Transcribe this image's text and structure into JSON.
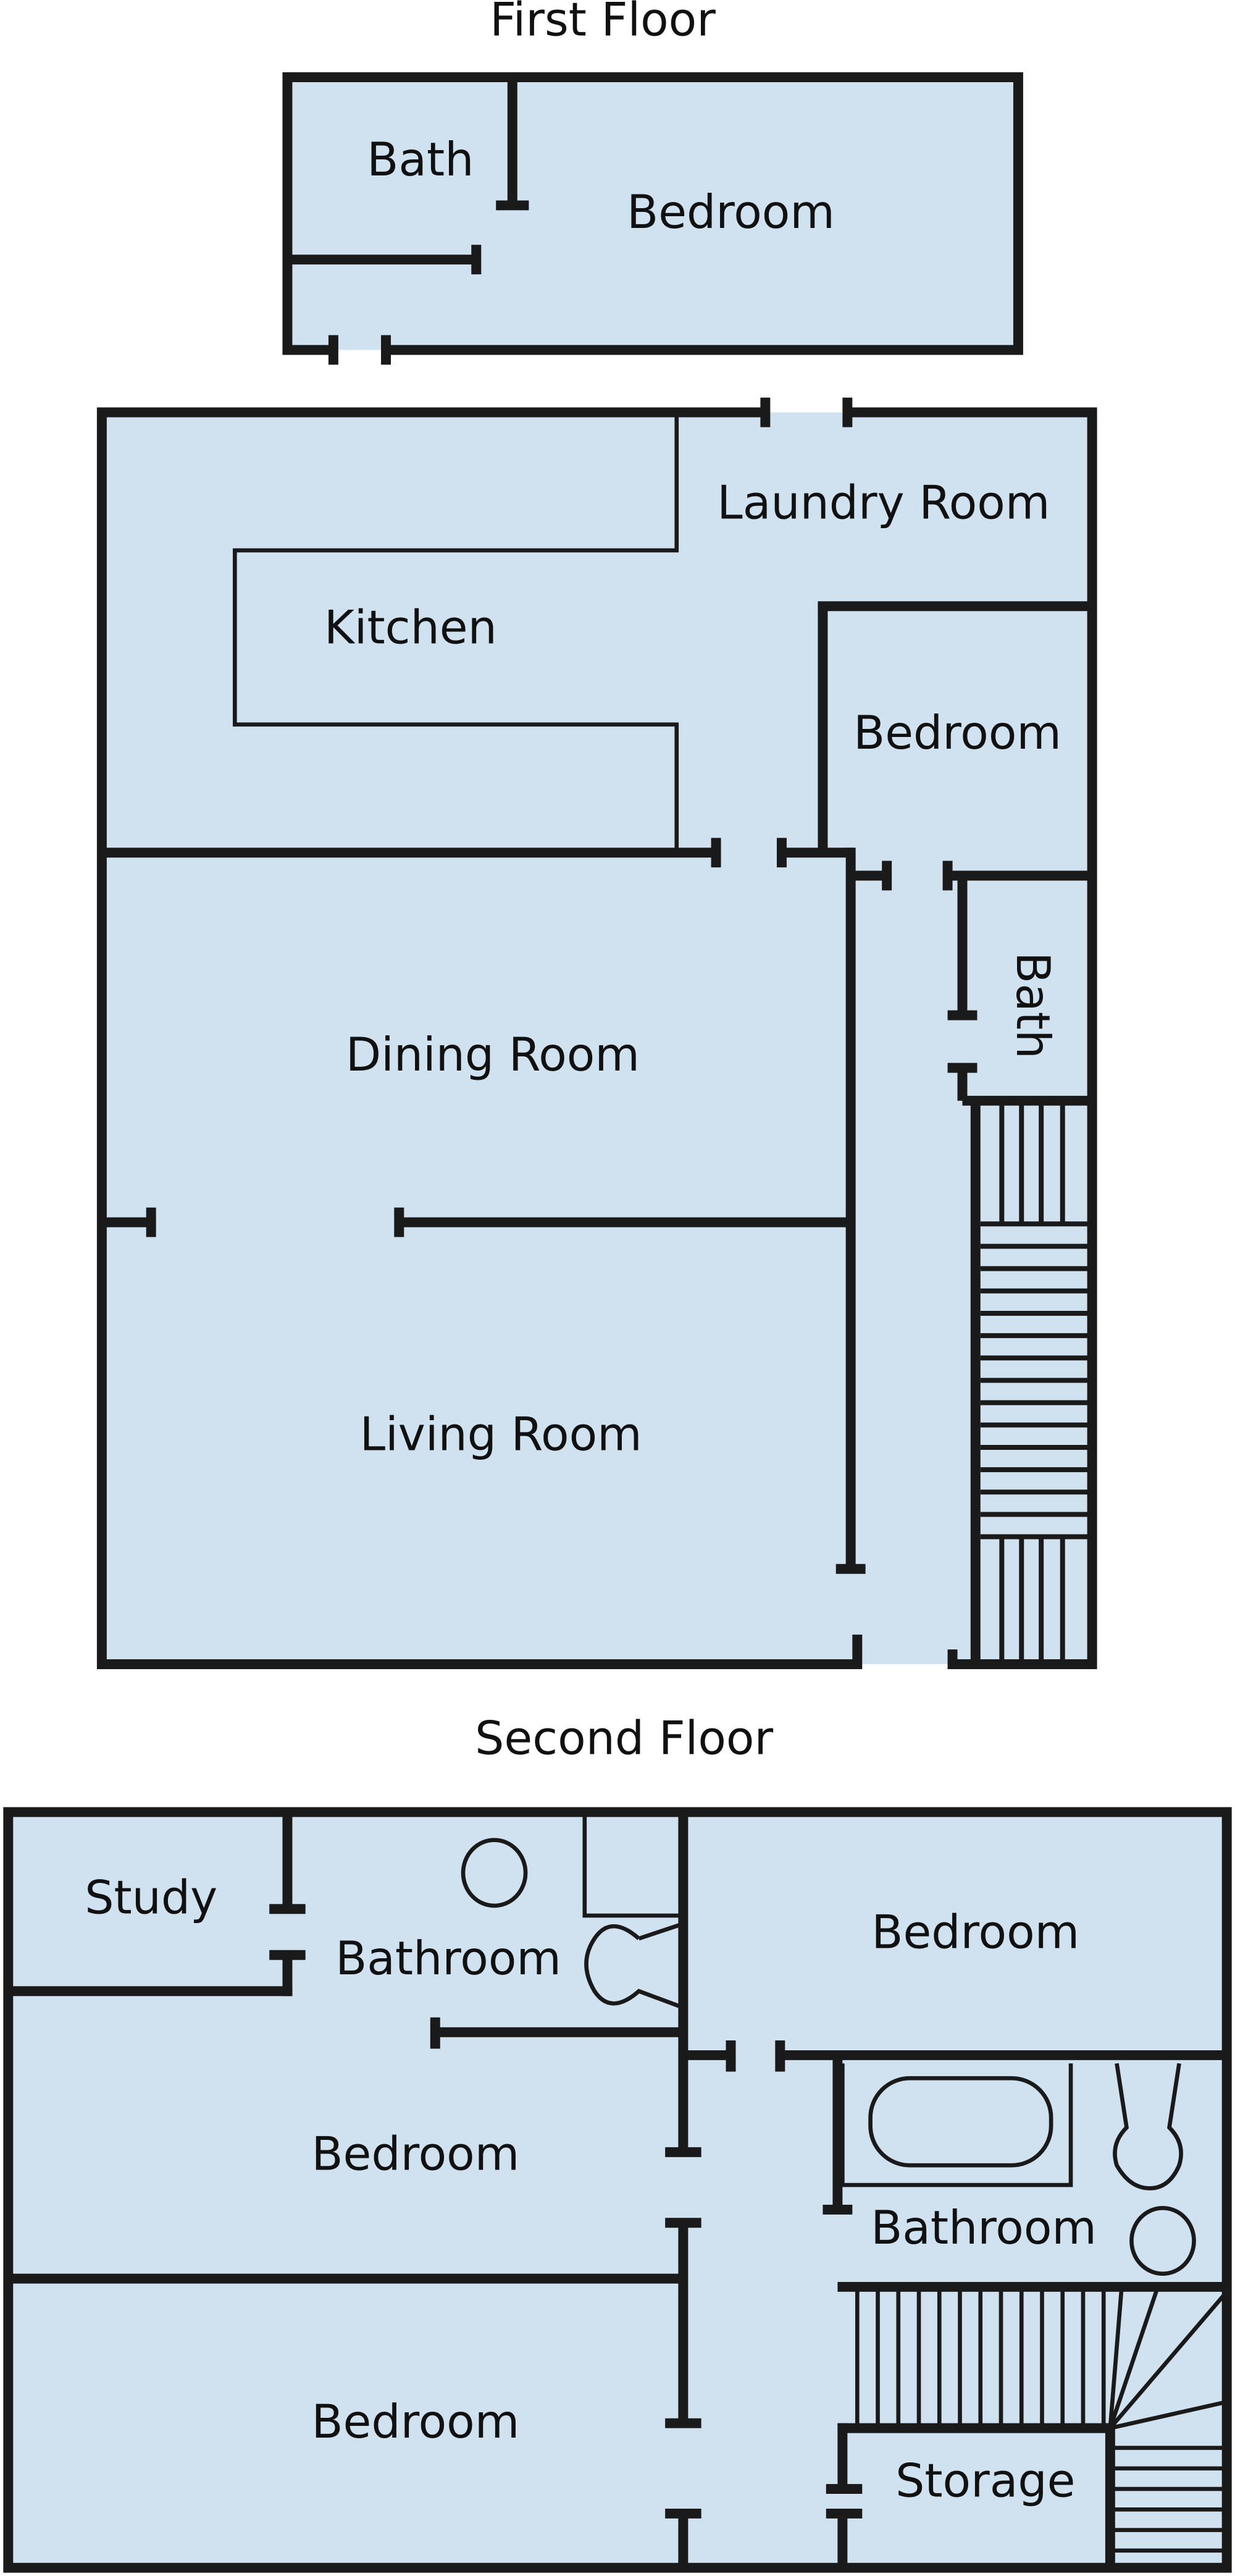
{
  "colors": {
    "room_fill": "#d0e1ef",
    "wall": "#1a1a1a",
    "background": "#ffffff"
  },
  "first_floor": {
    "title": "First Floor",
    "rooms": {
      "bath_top": "Bath",
      "bedroom_top": "Bedroom",
      "laundry": "Laundry Room",
      "kitchen": "Kitchen",
      "bedroom_right": "Bedroom",
      "bath_right": "Bath",
      "dining": "Dining Room",
      "living": "Living Room"
    }
  },
  "second_floor": {
    "title": "Second Floor",
    "rooms": {
      "study": "Study",
      "bathroom_left": "Bathroom",
      "bedroom_top_right": "Bedroom",
      "bedroom_middle": "Bedroom",
      "bathroom_right": "Bathroom",
      "bedroom_bottom": "Bedroom",
      "storage": "Storage"
    }
  }
}
